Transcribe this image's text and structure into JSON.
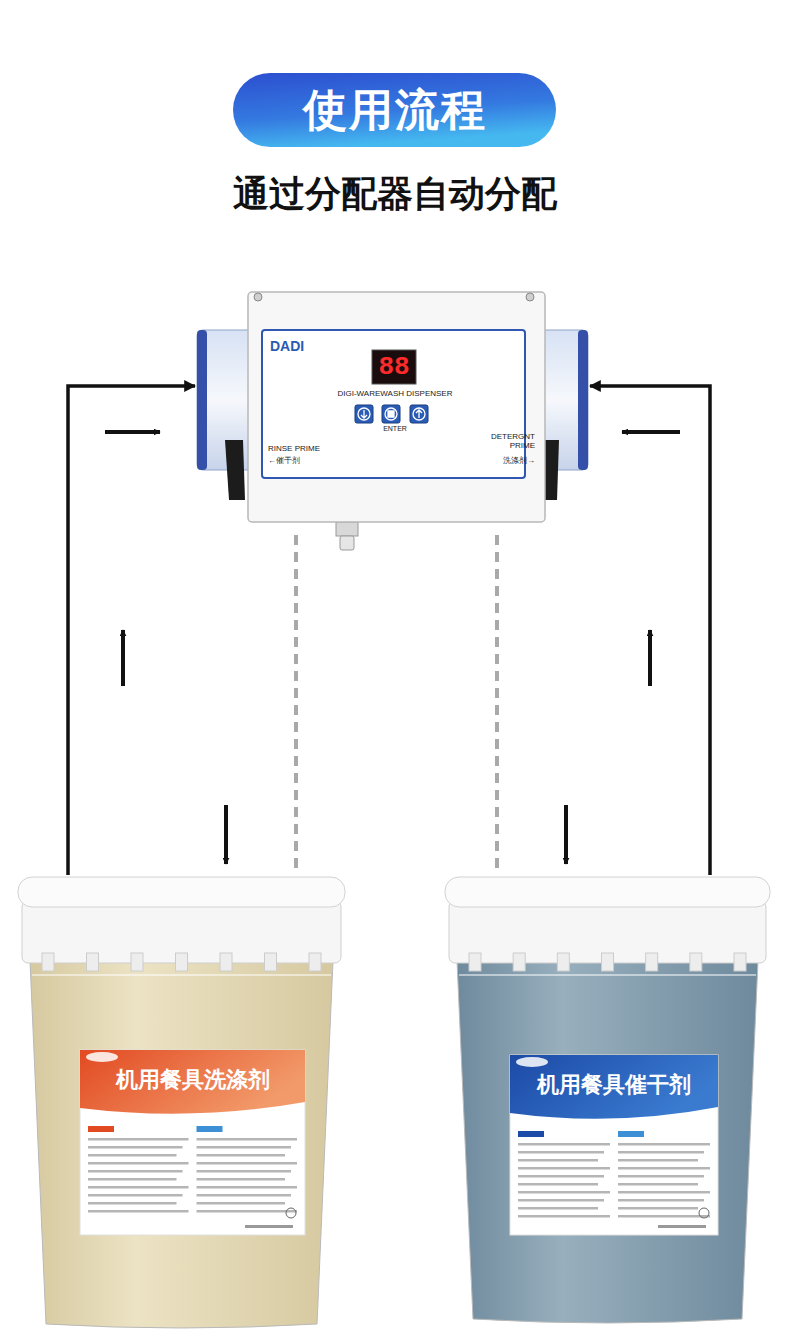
{
  "diagram": {
    "title": "使用流程",
    "nodes": [
      {
        "text": [
          "DADI",
          "88",
          "DIGI-WAREWASH DISPENSER",
          "ENTER",
          "RINSE PRIME",
          "←催干剂",
          "DETERGNT PRIME",
          "洗涤剂→"
        ]
      },
      {
        "text": [
          "机用餐具洗涤剂"
        ]
      },
      {
        "text": [
          "机用餐具催干剂"
        ]
      }
    ],
    "edges": [
      {
        "from": 1,
        "to": 0,
        "arrow": "to"
      },
      {
        "from": 2,
        "to": 0,
        "arrow": "to"
      },
      {
        "from": 0,
        "to": 1,
        "arrow": "none"
      },
      {
        "from": 0,
        "to": 2,
        "arrow": "none"
      }
    ],
    "labels": [
      "通过分配器自动分配"
    ]
  }
}
